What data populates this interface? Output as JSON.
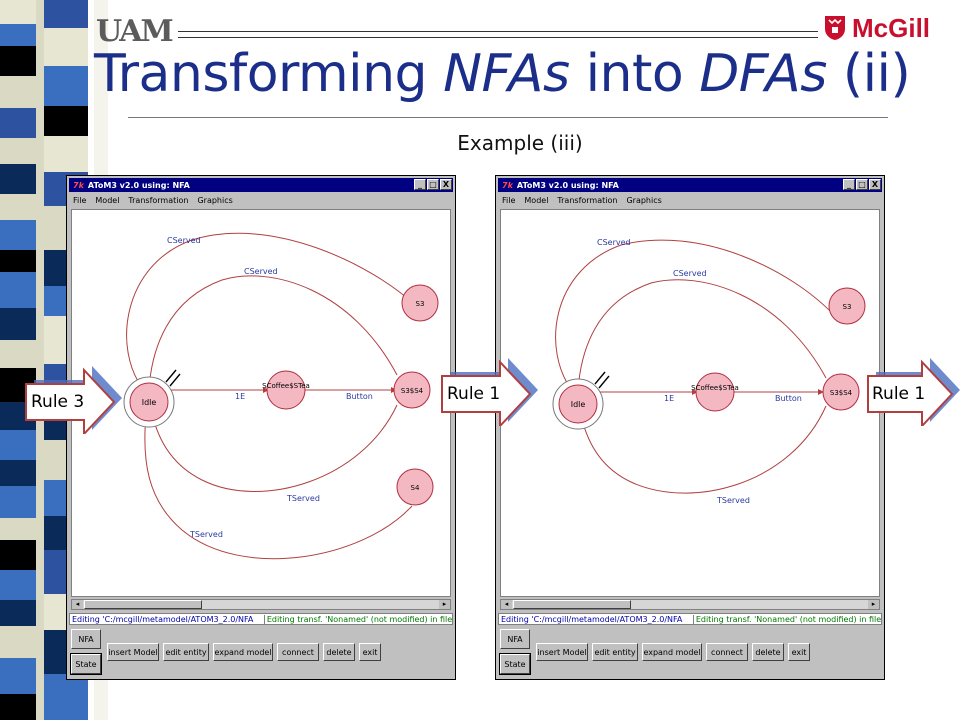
{
  "header": {
    "left_logo": "UAM",
    "right_logo": "McGill",
    "title_parts": [
      "Transforming ",
      "NFAs",
      " into ",
      "DFAs",
      " (ii)"
    ],
    "subtitle": "Example (iii)"
  },
  "rules": [
    "Rule 3",
    "Rule 1",
    "Rule 1"
  ],
  "windows": [
    {
      "title": "AToM3 v2.0 using: NFA",
      "title_prefix": "7k",
      "menu": [
        "File",
        "Model",
        "Transformation",
        "Graphics"
      ],
      "window_buttons": [
        "_",
        "□",
        "X"
      ],
      "states": [
        "Idle",
        "SCoffee$STea",
        "S3$S4",
        "S3",
        "S4"
      ],
      "edges": [
        "CServed",
        "CServed",
        "1E",
        "Button",
        "TServed",
        "TServed"
      ],
      "status_left": "Editing 'C:/mcgill/metamodel/ATOM3_2.0/NFA",
      "status_right": "Editing transf. 'Nonamed' (not modified) in file",
      "side_buttons": [
        "NFA",
        "State"
      ],
      "toolbar": [
        "insert Model",
        "edit entity",
        "expand model",
        "connect",
        "delete",
        "exit"
      ]
    },
    {
      "title": "AToM3 v2.0 using: NFA",
      "title_prefix": "7k",
      "menu": [
        "File",
        "Model",
        "Transformation",
        "Graphics"
      ],
      "window_buttons": [
        "_",
        "□",
        "X"
      ],
      "states": [
        "Idle",
        "SCoffee$STea",
        "S3$S4",
        "S3"
      ],
      "edges": [
        "CServed",
        "CServed",
        "1E",
        "Button",
        "TServed"
      ],
      "status_left": "Editing 'C:/mcgill/metamodel/ATOM3_2.0/NFA",
      "status_right": "Editing transf. 'Nonamed' (not modified) in file",
      "side_buttons": [
        "NFA",
        "State"
      ],
      "toolbar": [
        "insert Model",
        "edit entity",
        "expand model",
        "connect",
        "delete",
        "exit"
      ]
    }
  ],
  "colors": {
    "title": "#1a2e8a",
    "state_fill": "#f4b8c2",
    "state_stroke": "#b03040",
    "edge": "#b04040",
    "edge_label": "#2a3aa0",
    "rule_arrow": "#4a6fc0",
    "titlebar": "#000080"
  }
}
